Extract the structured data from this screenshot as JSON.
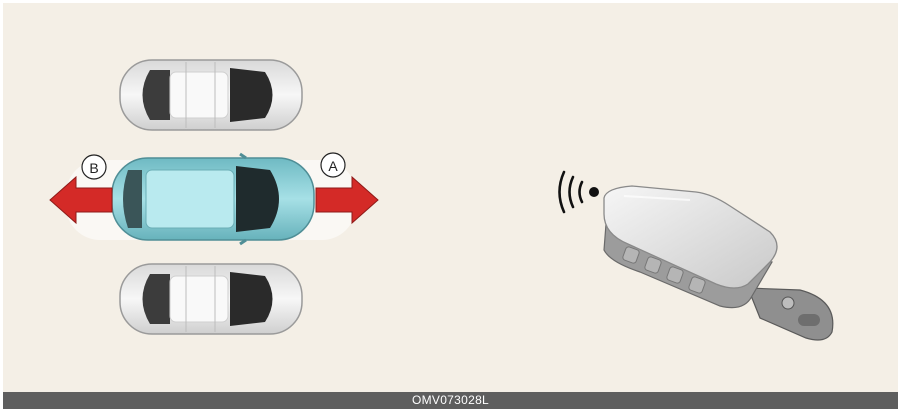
{
  "figure": {
    "code": "OMV073028L",
    "arrow_labels": {
      "forward": "A",
      "backward": "B"
    },
    "colors": {
      "background": "#f4efe6",
      "footer": "#5e5e5e",
      "arrow": "#d42a27",
      "highlight_car": "#8fd3da",
      "parked_car": "#f2f2f2",
      "key_body": "#e9e9e9"
    },
    "icons": [
      "car-top-view-icon",
      "arrow-forward-icon",
      "arrow-backward-icon",
      "remote-key-icon",
      "wireless-signal-icon"
    ]
  }
}
